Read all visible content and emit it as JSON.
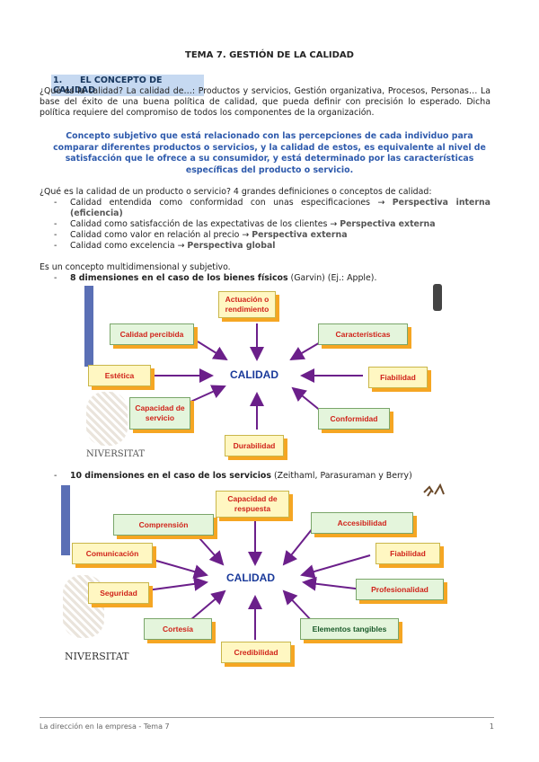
{
  "title": "TEMA 7. GESTIÓN DE LA CALIDAD",
  "section": {
    "num": "1.",
    "label": "EL CONCEPTO DE CALIDAD"
  },
  "intro": "¿Qué es la calidad? La calidad de…: Productos y servicios, Gestión organizativa, Procesos, Personas… La base del éxito de una buena política de calidad, que pueda definir con precisión lo esperado. Dicha política requiere del compromiso de todos los componentes de la organización.",
  "quote": "Concepto subjetivo que está relacionado con las percepciones de cada individuo para comparar diferentes productos o servicios, y la calidad de estos, es equivalente al nivel de satisfacción que le ofrece a su consumidor, y está determinado por las características específicas del producto o servicio.",
  "question": "¿Qué es la calidad de un producto o servicio? 4 grandes definiciones o conceptos de calidad:",
  "definitions": [
    {
      "text": "Calidad entendida como conformidad con unas especificaciones → ",
      "bold": "Perspectiva interna (eficiencia)"
    },
    {
      "text": "Calidad como satisfacción de las expectativas de los clientes → ",
      "bold": "Perspectiva externa"
    },
    {
      "text": "Calidad como valor en relación al precio → ",
      "bold": "Perspectiva externa"
    },
    {
      "text": "Calidad como excelencia → ",
      "bold": "Perspectiva global"
    }
  ],
  "multi": "Es un concepto multidimensional y subjetivo.",
  "goods": {
    "bold": "8 dimensiones en el caso de los bienes físicos",
    "rest": " (Garvin) (Ej.: Apple)."
  },
  "services": {
    "bold": "10 dimensiones en el caso de los servicios",
    "rest": " (Zeithaml, Parasuraman y Berry)"
  },
  "diagram1": {
    "center": "CALIDAD",
    "boxes": [
      "Actuación o rendimiento",
      "Calidad percibida",
      "Características",
      "Estética",
      "Fiabilidad",
      "Capacidad de servicio",
      "Conformidad",
      "Durabilidad"
    ]
  },
  "diagram2": {
    "center": "CALIDAD",
    "boxes": [
      "Capacidad de respuesta",
      "Comprensión",
      "Accesibilidad",
      "Comunicación",
      "Fiabilidad",
      "Seguridad",
      "Profesionalidad",
      "Cortesía",
      "Elementos tangibles",
      "Credibilidad"
    ]
  },
  "watermark1": "NIVERSITAT",
  "watermark2": "NIVERSITAT",
  "footer": {
    "left": "La dirección en la empresa - Tema 7",
    "right": "1"
  },
  "colors": {
    "arrow": "#6b1f8a",
    "heading_bg": "#c6d9f1",
    "quote": "#2e5aac",
    "box_text": "#d0231a",
    "shadow": "#f5a623"
  }
}
